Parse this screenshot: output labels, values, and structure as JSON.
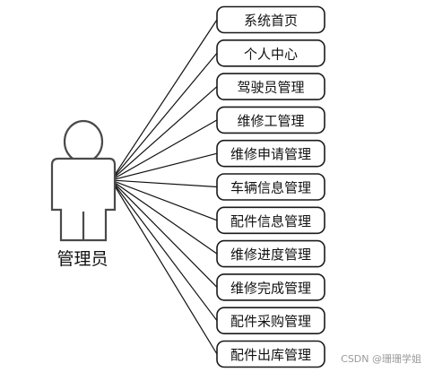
{
  "actor": {
    "name": "管理员"
  },
  "modules": [
    {
      "label": "系统首页"
    },
    {
      "label": "个人中心"
    },
    {
      "label": "驾驶员管理"
    },
    {
      "label": "维修工管理"
    },
    {
      "label": "维修申请管理"
    },
    {
      "label": "车辆信息管理"
    },
    {
      "label": "配件信息管理"
    },
    {
      "label": "维修进度管理"
    },
    {
      "label": "维修完成管理"
    },
    {
      "label": "配件采购管理"
    },
    {
      "label": "配件出库管理"
    }
  ],
  "watermark": {
    "text": "CSDN @珊珊学姐"
  },
  "colors": {
    "box_stroke": "#1a1a1a",
    "actor_stroke": "#4a4a4a",
    "background": "#ffffff"
  }
}
